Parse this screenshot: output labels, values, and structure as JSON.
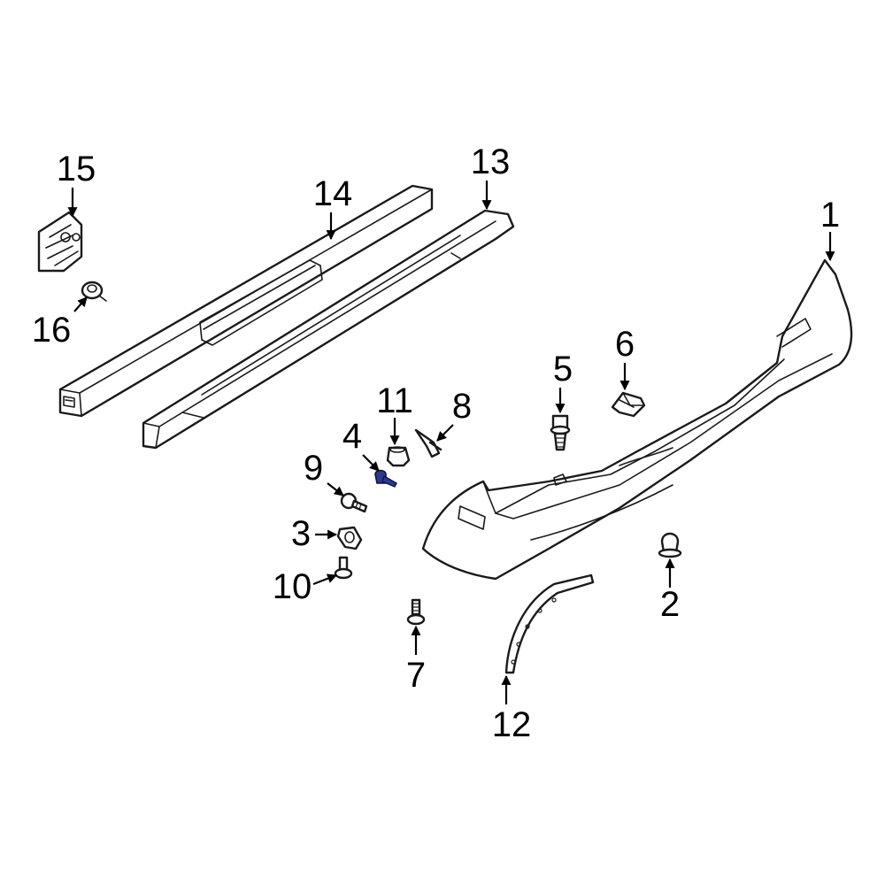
{
  "diagram": {
    "highlight_color": "#2b3a8f",
    "line_color": "#1a1a1a",
    "callouts": [
      {
        "id": "c1",
        "number": "1"
      },
      {
        "id": "c2",
        "number": "2"
      },
      {
        "id": "c3",
        "number": "3"
      },
      {
        "id": "c4",
        "number": "4"
      },
      {
        "id": "c5",
        "number": "5"
      },
      {
        "id": "c6",
        "number": "6"
      },
      {
        "id": "c7",
        "number": "7"
      },
      {
        "id": "c8",
        "number": "8"
      },
      {
        "id": "c9",
        "number": "9"
      },
      {
        "id": "c10",
        "number": "10"
      },
      {
        "id": "c11",
        "number": "11"
      },
      {
        "id": "c12",
        "number": "12"
      },
      {
        "id": "c13",
        "number": "13"
      },
      {
        "id": "c14",
        "number": "14"
      },
      {
        "id": "c15",
        "number": "15"
      },
      {
        "id": "c16",
        "number": "16"
      }
    ]
  }
}
